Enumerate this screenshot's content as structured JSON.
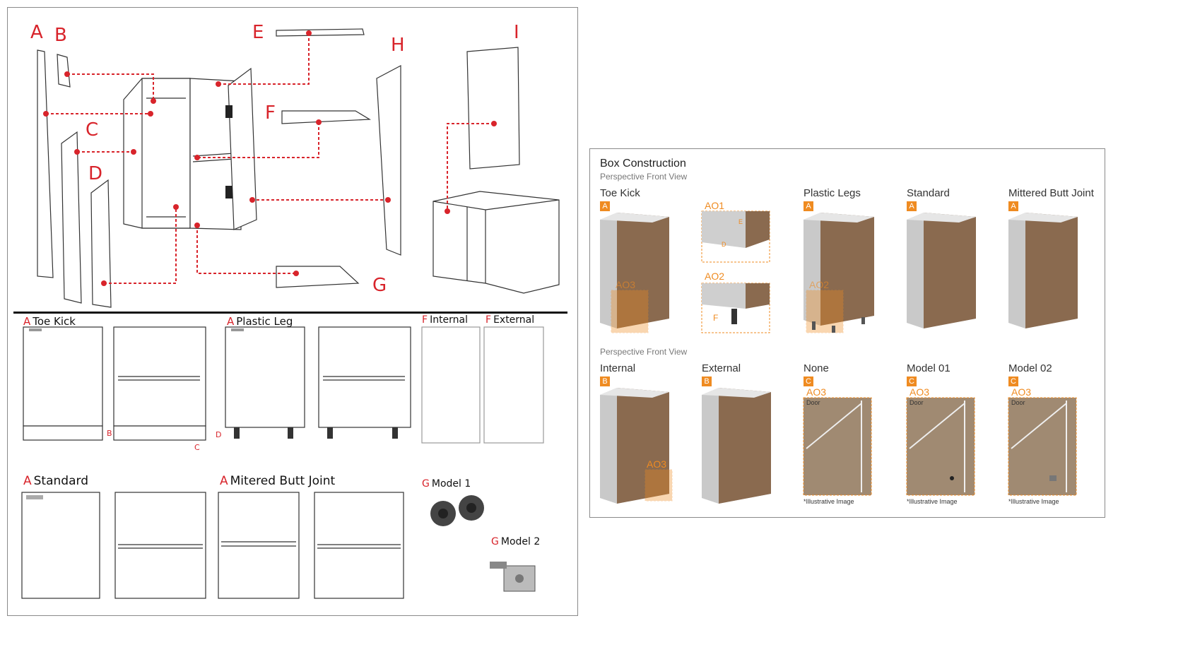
{
  "left": {
    "parts": [
      "A",
      "B",
      "C",
      "D",
      "E",
      "F",
      "G",
      "H",
      "I"
    ],
    "sections": {
      "toe_kick": {
        "key": "A",
        "label": "Toe Kick",
        "dim_b": "B",
        "dim_c": "C"
      },
      "plastic_leg": {
        "key": "A",
        "label": "Plastic Leg",
        "dim_d": "D"
      },
      "internal": {
        "key": "F",
        "label": "Internal"
      },
      "external": {
        "key": "F",
        "label": "External"
      },
      "standard": {
        "key": "A",
        "label": "Standard"
      },
      "mitered": {
        "key": "A",
        "label": "Mitered Butt Joint"
      },
      "model1": {
        "key": "G",
        "label": "Model 1"
      },
      "model2": {
        "key": "G",
        "label": "Model 2"
      }
    }
  },
  "right": {
    "title": "Box Construction",
    "subtitle1": "Perspective Front View",
    "subtitle2": "Perspective Front View",
    "row1": [
      {
        "label": "Toe Kick",
        "badge": "A",
        "ao": "AO3"
      },
      {
        "ao1": "AO1",
        "ao2": "AO2",
        "e": "E",
        "d": "D",
        "f": "F"
      },
      {
        "label": "Plastic Legs",
        "badge": "A",
        "ao": "AO2"
      },
      {
        "label": "Standard",
        "badge": "A"
      },
      {
        "label": "Mittered Butt Joint",
        "badge": "A"
      }
    ],
    "row2": [
      {
        "label": "Internal",
        "badge": "B",
        "ao": "AO3"
      },
      {
        "label": "External",
        "badge": "B"
      },
      {
        "label": "None",
        "badge": "C",
        "ao": "AO3",
        "door": "Door",
        "note": "*Illustrative Image"
      },
      {
        "label": "Model 01",
        "badge": "C",
        "ao": "AO3",
        "door": "Door",
        "note": "*Illustrative Image"
      },
      {
        "label": "Model 02",
        "badge": "C",
        "ao": "AO3",
        "door": "Door",
        "note": "*Illustrative Image"
      }
    ]
  },
  "colors": {
    "red": "#d8242b",
    "orange": "#ef8b21",
    "wood": "#8a6a4f",
    "grey": "#c8c8c8"
  }
}
